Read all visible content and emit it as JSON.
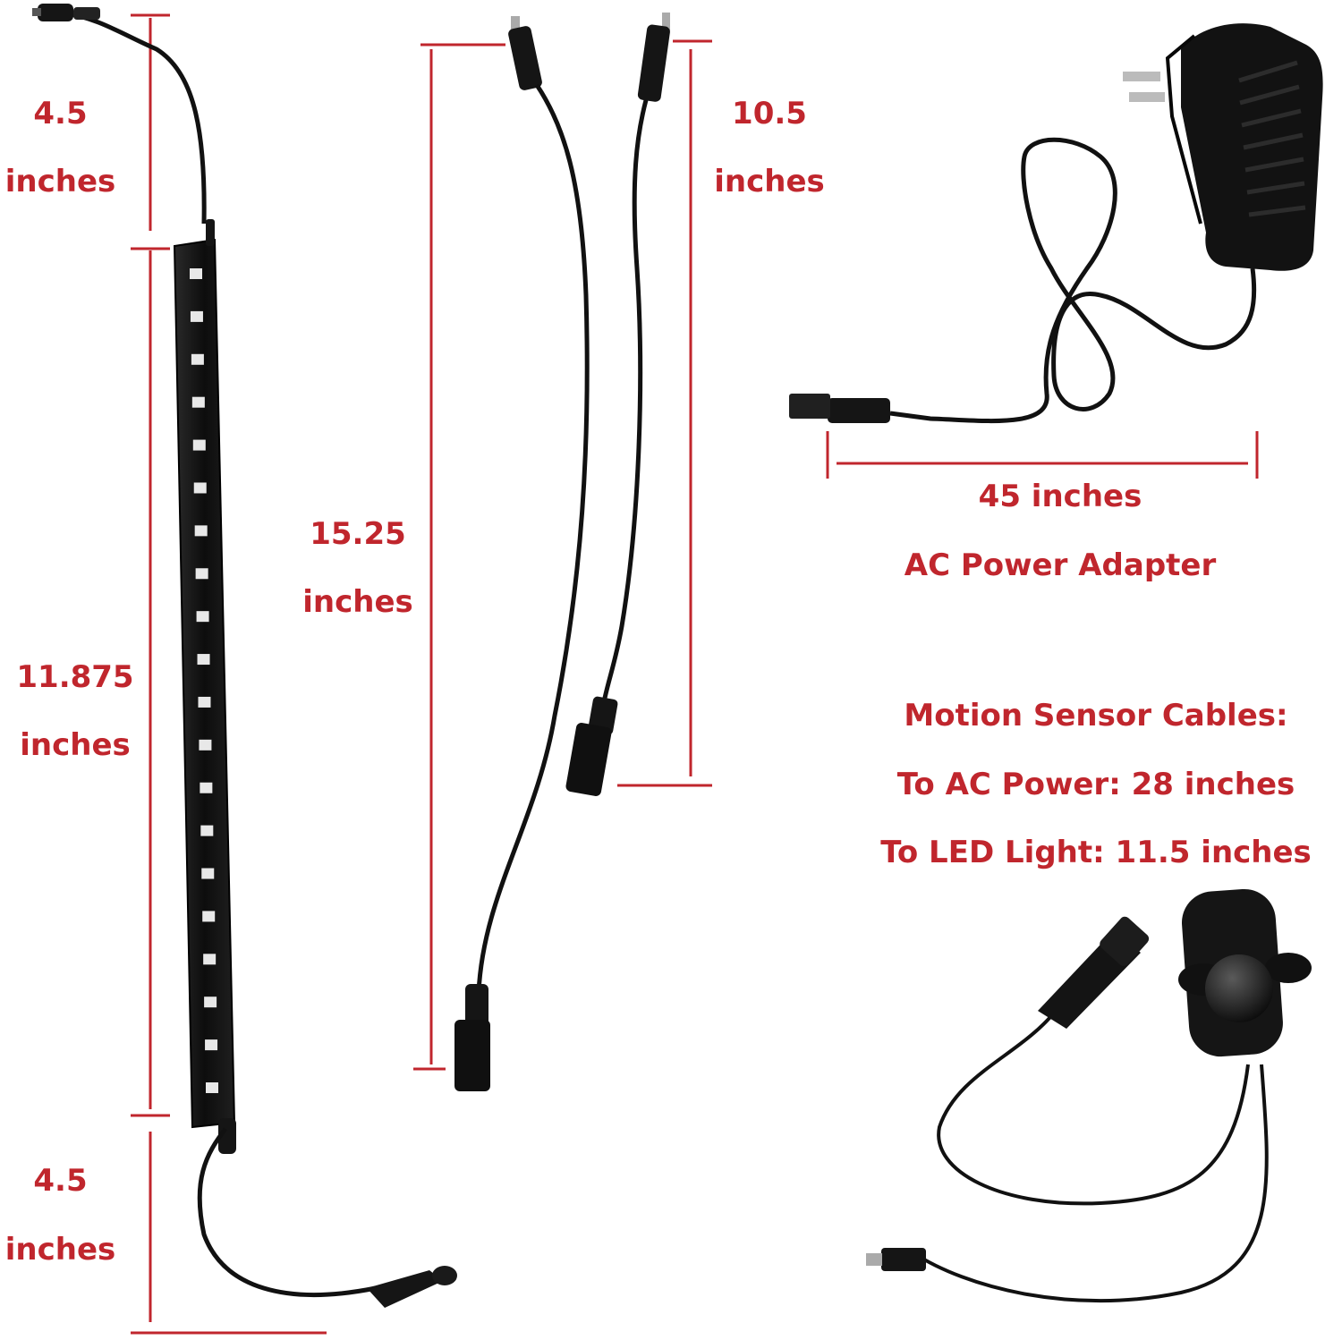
{
  "colors": {
    "dimension_line": "#c0262d",
    "label_text": "#c0262d",
    "cable": "#111111",
    "led": "#e8e8e8"
  },
  "labels": {
    "top_lead": {
      "value": "4.5",
      "unit": "inches"
    },
    "light_bar": {
      "value": "11.875",
      "unit": "inches"
    },
    "bottom_lead": {
      "value": "4.5",
      "unit": "inches"
    },
    "long_cable": {
      "value": "15.25",
      "unit": "inches"
    },
    "short_cable": {
      "value": "10.5",
      "unit": "inches"
    },
    "adapter": {
      "length": "45 inches",
      "name": "AC Power Adapter"
    },
    "motion_sensor": {
      "title": "Motion Sensor Cables:",
      "to_ac": "To AC Power: 28 inches",
      "to_led": "To LED Light: 11.5 inches"
    }
  },
  "icons": [
    "led-light-bar-icon",
    "extension-cable-icon",
    "ac-power-adapter-icon",
    "motion-sensor-icon"
  ]
}
